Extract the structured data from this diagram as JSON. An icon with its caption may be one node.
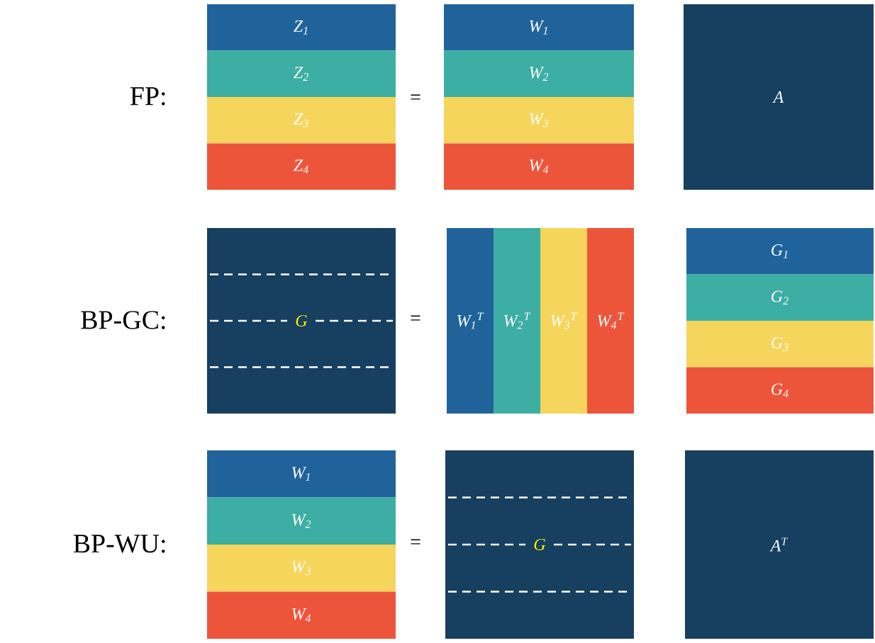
{
  "diagram": {
    "nodes": [
      {
        "text": [
          "Z$_{1}$"
        ]
      },
      {
        "text": [
          "Z$_{2}$"
        ]
      },
      {
        "text": [
          "Z$_{3}$"
        ]
      },
      {
        "text": [
          "Z$_{4}$"
        ]
      },
      {
        "text": [
          "W$_{1}$"
        ]
      },
      {
        "text": [
          "W$_{2}$"
        ]
      },
      {
        "text": [
          "W$_{3}$"
        ]
      },
      {
        "text": [
          "W$_{4}$"
        ]
      },
      {
        "text": [
          "A"
        ]
      },
      {
        "text": [
          "G"
        ]
      },
      {
        "text": [
          "W$_{1}$$^{T}$"
        ]
      },
      {
        "text": [
          "W$_{2}$$^{T}$"
        ]
      },
      {
        "text": [
          "W$_{3}$$^{T}$"
        ]
      },
      {
        "text": [
          "W$_{4}$$^{T}$"
        ]
      },
      {
        "text": [
          "G$_{1}$"
        ]
      },
      {
        "text": [
          "G$_{2}$"
        ]
      },
      {
        "text": [
          "G$_{3}$"
        ]
      },
      {
        "text": [
          "G$_{4}$"
        ]
      },
      {
        "text": [
          "W$_{1}$"
        ]
      },
      {
        "text": [
          "W$_{2}$"
        ]
      },
      {
        "text": [
          "W$_{3}$"
        ]
      },
      {
        "text": [
          "W$_{4}$"
        ]
      },
      {
        "text": [
          "G"
        ]
      },
      {
        "text": [
          "A$^{T}$"
        ]
      }
    ],
    "labels": [
      "FP:",
      "=",
      "BP-GC:",
      "=",
      "BP-WU:",
      "="
    ]
  }
}
